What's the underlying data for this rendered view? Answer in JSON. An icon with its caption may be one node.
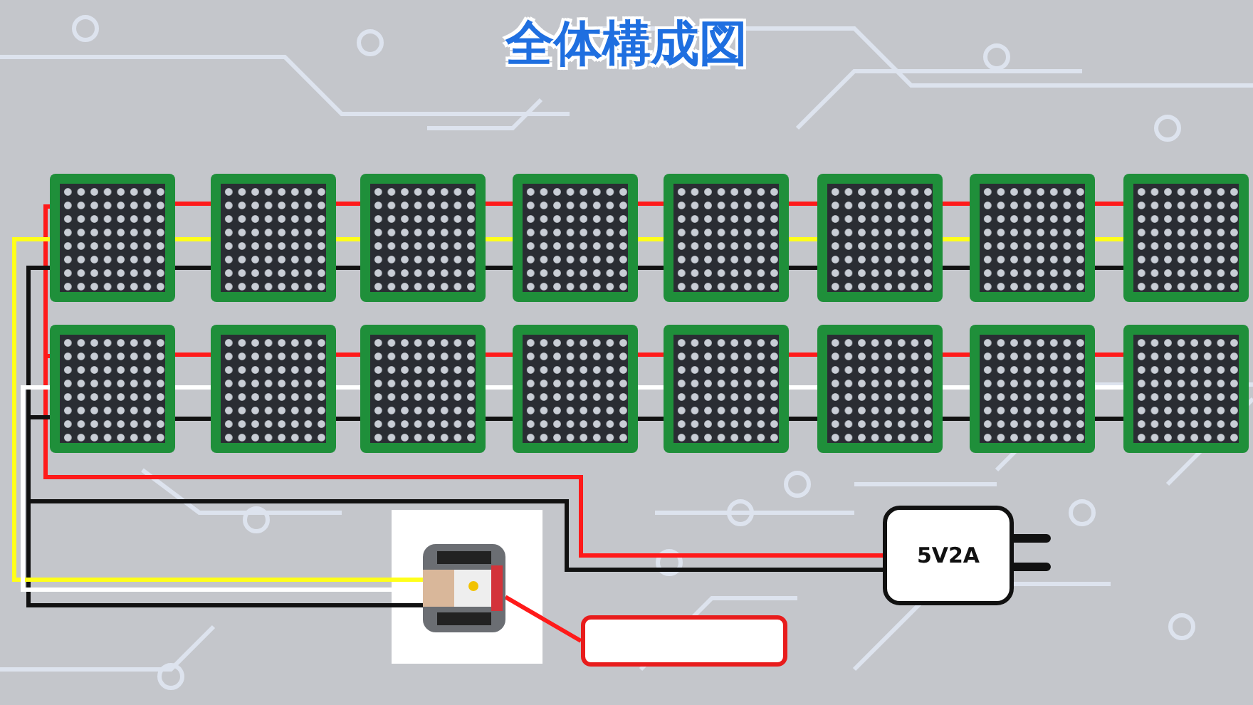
{
  "diagram": {
    "title": "全体構成図",
    "nodes": [
      {
        "text": [],
        "shape": "box"
      },
      {
        "text": [],
        "shape": "box"
      },
      {
        "text": [],
        "shape": "box"
      },
      {
        "text": [],
        "shape": "box"
      },
      {
        "text": [],
        "shape": "box"
      },
      {
        "text": [],
        "shape": "box"
      },
      {
        "text": [],
        "shape": "box"
      },
      {
        "text": [],
        "shape": "box"
      },
      {
        "text": [],
        "shape": "box"
      },
      {
        "text": [],
        "shape": "box"
      },
      {
        "text": [],
        "shape": "box"
      },
      {
        "text": [],
        "shape": "box"
      },
      {
        "text": [],
        "shape": "box"
      },
      {
        "text": [],
        "shape": "box"
      },
      {
        "text": [],
        "shape": "box"
      },
      {
        "text": [],
        "shape": "box"
      },
      {
        "text": [],
        "shape": "picture"
      },
      {
        "text": [
          "5V2A"
        ]
      },
      {
        "text": [],
        "shape": "box"
      }
    ],
    "edges": [
      {
        "from": 0,
        "to": 1,
        "arrow": "none",
        "color": "#ff1a1a"
      },
      {
        "from": 0,
        "to": 1,
        "arrow": "none",
        "color": "#ffff1a"
      },
      {
        "from": 0,
        "to": 1,
        "arrow": "none",
        "color": "#111111"
      },
      {
        "from": 1,
        "to": 2,
        "arrow": "none",
        "color": "#ff1a1a"
      },
      {
        "from": 1,
        "to": 2,
        "arrow": "none",
        "color": "#ffff1a"
      },
      {
        "from": 1,
        "to": 2,
        "arrow": "none",
        "color": "#111111"
      },
      {
        "from": 2,
        "to": 3,
        "arrow": "none",
        "color": "#ff1a1a"
      },
      {
        "from": 2,
        "to": 3,
        "arrow": "none",
        "color": "#ffff1a"
      },
      {
        "from": 2,
        "to": 3,
        "arrow": "none",
        "color": "#111111"
      },
      {
        "from": 3,
        "to": 4,
        "arrow": "none",
        "color": "#ff1a1a"
      },
      {
        "from": 3,
        "to": 4,
        "arrow": "none",
        "color": "#ffff1a"
      },
      {
        "from": 3,
        "to": 4,
        "arrow": "none",
        "color": "#111111"
      },
      {
        "from": 4,
        "to": 5,
        "arrow": "none",
        "color": "#ff1a1a"
      },
      {
        "from": 4,
        "to": 5,
        "arrow": "none",
        "color": "#ffff1a"
      },
      {
        "from": 4,
        "to": 5,
        "arrow": "none",
        "color": "#111111"
      },
      {
        "from": 5,
        "to": 6,
        "arrow": "none",
        "color": "#ff1a1a"
      },
      {
        "from": 5,
        "to": 6,
        "arrow": "none",
        "color": "#ffff1a"
      },
      {
        "from": 5,
        "to": 6,
        "arrow": "none",
        "color": "#111111"
      },
      {
        "from": 6,
        "to": 7,
        "arrow": "none",
        "color": "#ff1a1a"
      },
      {
        "from": 6,
        "to": 7,
        "arrow": "none",
        "color": "#ffff1a"
      },
      {
        "from": 6,
        "to": 7,
        "arrow": "none",
        "color": "#111111"
      },
      {
        "from": 8,
        "to": 9,
        "arrow": "none",
        "color": "#ff1a1a"
      },
      {
        "from": 8,
        "to": 9,
        "arrow": "none",
        "color": "#ffffff"
      },
      {
        "from": 8,
        "to": 9,
        "arrow": "none",
        "color": "#111111"
      },
      {
        "from": 9,
        "to": 10,
        "arrow": "none",
        "color": "#ff1a1a"
      },
      {
        "from": 9,
        "to": 10,
        "arrow": "none",
        "color": "#ffffff"
      },
      {
        "from": 9,
        "to": 10,
        "arrow": "none",
        "color": "#111111"
      },
      {
        "from": 10,
        "to": 11,
        "arrow": "none",
        "color": "#ff1a1a"
      },
      {
        "from": 10,
        "to": 11,
        "arrow": "none",
        "color": "#ffffff"
      },
      {
        "from": 10,
        "to": 11,
        "arrow": "none",
        "color": "#111111"
      },
      {
        "from": 11,
        "to": 12,
        "arrow": "none",
        "color": "#ff1a1a"
      },
      {
        "from": 11,
        "to": 12,
        "arrow": "none",
        "color": "#ffffff"
      },
      {
        "from": 11,
        "to": 12,
        "arrow": "none",
        "color": "#111111"
      },
      {
        "from": 12,
        "to": 13,
        "arrow": "none",
        "color": "#ff1a1a"
      },
      {
        "from": 12,
        "to": 13,
        "arrow": "none",
        "color": "#ffffff"
      },
      {
        "from": 12,
        "to": 13,
        "arrow": "none",
        "color": "#111111"
      },
      {
        "from": 13,
        "to": 14,
        "arrow": "none",
        "color": "#ff1a1a"
      },
      {
        "from": 13,
        "to": 14,
        "arrow": "none",
        "color": "#ffffff"
      },
      {
        "from": 13,
        "to": 14,
        "arrow": "none",
        "color": "#111111"
      },
      {
        "from": 14,
        "to": 15,
        "arrow": "none",
        "color": "#ff1a1a"
      },
      {
        "from": 14,
        "to": 15,
        "arrow": "none",
        "color": "#ffffff"
      },
      {
        "from": 14,
        "to": 15,
        "arrow": "none",
        "color": "#111111"
      },
      {
        "from": 17,
        "to": 0,
        "arrow": "none",
        "color": "#ff1a1a"
      },
      {
        "from": 17,
        "to": 8,
        "arrow": "none",
        "color": "#ff1a1a"
      },
      {
        "from": 17,
        "to": 0,
        "arrow": "none",
        "color": "#111111"
      },
      {
        "from": 17,
        "to": 8,
        "arrow": "none",
        "color": "#111111"
      },
      {
        "from": 16,
        "to": 8,
        "arrow": "none",
        "color": "#111111"
      },
      {
        "from": 16,
        "to": 0,
        "arrow": "none",
        "color": "#ffff1a"
      },
      {
        "from": 16,
        "to": 8,
        "arrow": "none",
        "color": "#ffffff"
      },
      {
        "from": 18,
        "to": 16,
        "arrow": "none",
        "color": "#ff1a1a"
      }
    ]
  }
}
